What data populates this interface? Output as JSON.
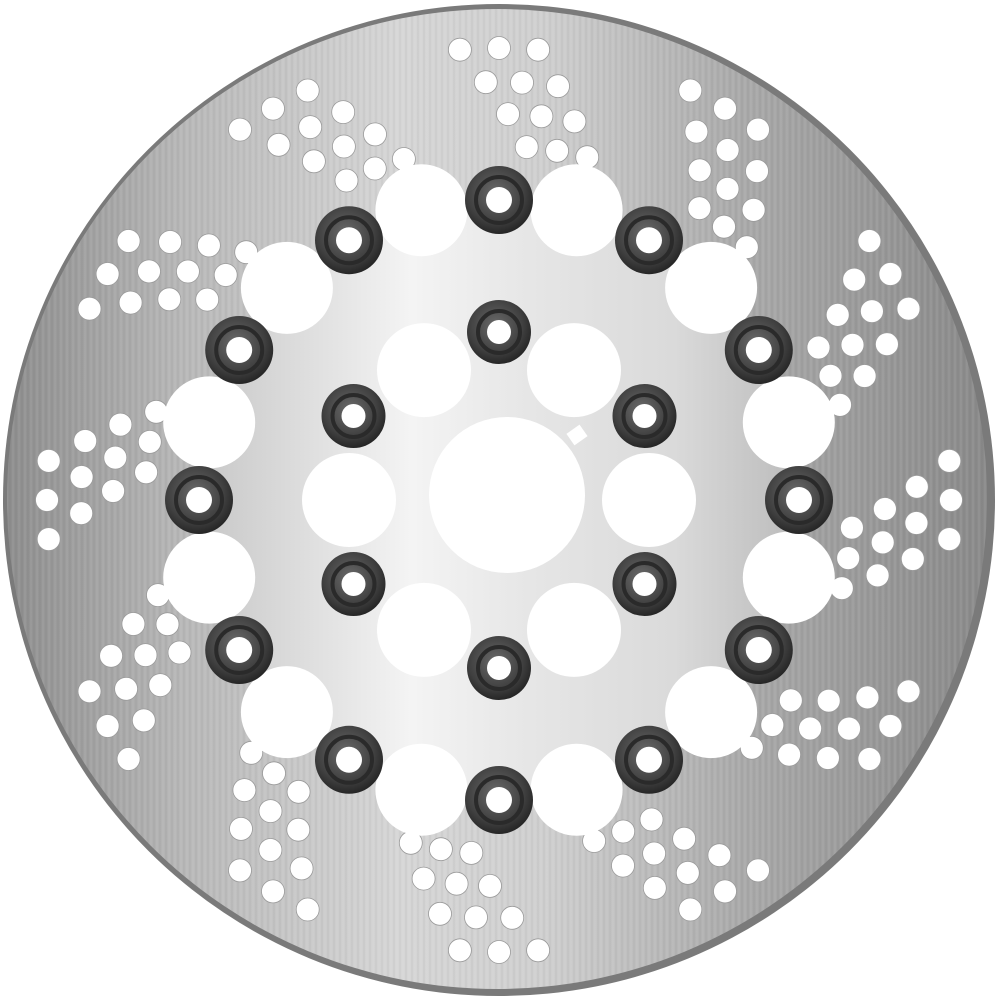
{
  "image": {
    "subject": "brake-rotor",
    "style": "product-photo-on-white",
    "colors": {
      "background": "#ffffff",
      "rotor_light": "#d8d8d8",
      "rotor_mid": "#b4b4b4",
      "rotor_dark": "#8c8c8c",
      "rim_shadow": "#7a7a7a",
      "carrier_light": "#f2f2f2",
      "carrier_mid": "#d2d2d2",
      "bobbin_outer": "#4a4a4a",
      "bobbin_ring": "#2a2a2a",
      "bobbin_hole": "#ffffff"
    },
    "components": {
      "outer_bobbins": 12,
      "inner_bolt_holes": 6,
      "carrier_lightening_holes": 6,
      "scalloped_cutouts": 12
    }
  }
}
